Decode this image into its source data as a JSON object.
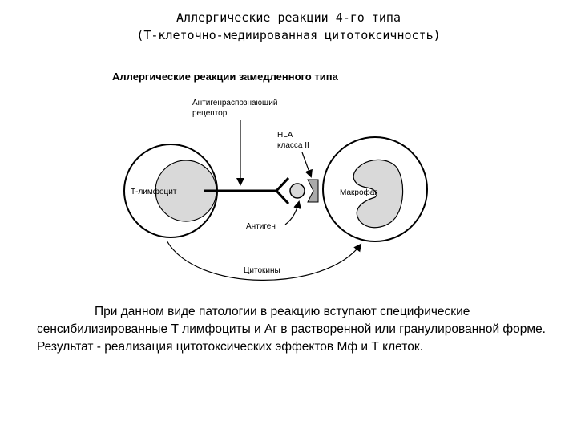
{
  "slide": {
    "title_line1": "Аллергические реакции 4-го типа",
    "title_line2": "(Т-клеточно-медиированная цитотоксичность)"
  },
  "diagram": {
    "heading": "Аллергические реакции замедленного типа",
    "receptor_label_line1": "Антигенраспознающий",
    "receptor_label_line2": "рецептор",
    "hla_label_line1": "HLA",
    "hla_label_line2": "класса II",
    "t_cell_label": "Т-лимфоцит",
    "macrophage_label": "Макрофаг",
    "antigen_label": "Антиген",
    "cytokines_label": "Цитокины",
    "colors": {
      "nucleus_fill": "#d9d9d9",
      "stroke": "#000000"
    }
  },
  "body": {
    "paragraph": "При данном виде патологии в реакцию вступают специфические сенсибилизированные Т лимфоциты и Аг в растворенной или гранулированной форме. Результат - реализация цитотоксических эффектов Мф и Т клеток."
  }
}
